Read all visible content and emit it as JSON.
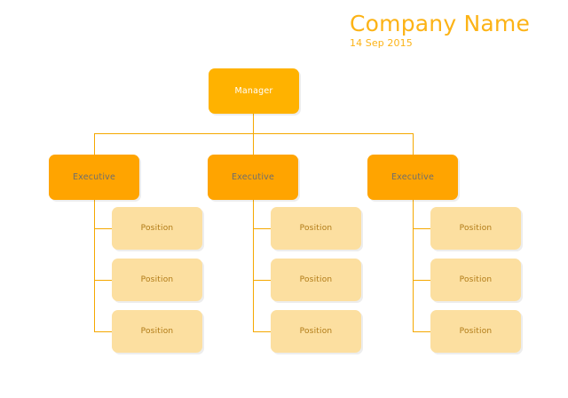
{
  "header": {
    "title": "Company Name",
    "date": "14 Sep 2015"
  },
  "colors": {
    "title": "#FCB316",
    "manager_fill": "#FFB200",
    "manager_text": "#FFFFFF",
    "executive_fill": "#FFA400",
    "executive_text": "#6E6E6E",
    "position_fill": "#FCDFA0",
    "position_text": "#B07A15",
    "connector": "#F5A800",
    "background": "#FFFFFF"
  },
  "chart_data": {
    "type": "org-chart",
    "title": "Company Name",
    "subtitle": "14 Sep 2015",
    "root": {
      "label": "Manager",
      "level": 0,
      "children": [
        {
          "label": "Executive",
          "level": 1,
          "children": [
            {
              "label": "Position",
              "level": 2
            },
            {
              "label": "Position",
              "level": 2
            },
            {
              "label": "Position",
              "level": 2
            }
          ]
        },
        {
          "label": "Executive",
          "level": 1,
          "children": [
            {
              "label": "Position",
              "level": 2
            },
            {
              "label": "Position",
              "level": 2
            },
            {
              "label": "Position",
              "level": 2
            }
          ]
        },
        {
          "label": "Executive",
          "level": 1,
          "children": [
            {
              "label": "Position",
              "level": 2
            },
            {
              "label": "Position",
              "level": 2
            },
            {
              "label": "Position",
              "level": 2
            }
          ]
        }
      ]
    }
  },
  "nodes": {
    "manager": {
      "label": "Manager"
    },
    "executives": [
      {
        "label": "Executive"
      },
      {
        "label": "Executive"
      },
      {
        "label": "Executive"
      }
    ],
    "positions": {
      "col0": [
        {
          "label": "Position"
        },
        {
          "label": "Position"
        },
        {
          "label": "Position"
        }
      ],
      "col1": [
        {
          "label": "Position"
        },
        {
          "label": "Position"
        },
        {
          "label": "Position"
        }
      ],
      "col2": [
        {
          "label": "Position"
        },
        {
          "label": "Position"
        },
        {
          "label": "Position"
        }
      ]
    }
  }
}
